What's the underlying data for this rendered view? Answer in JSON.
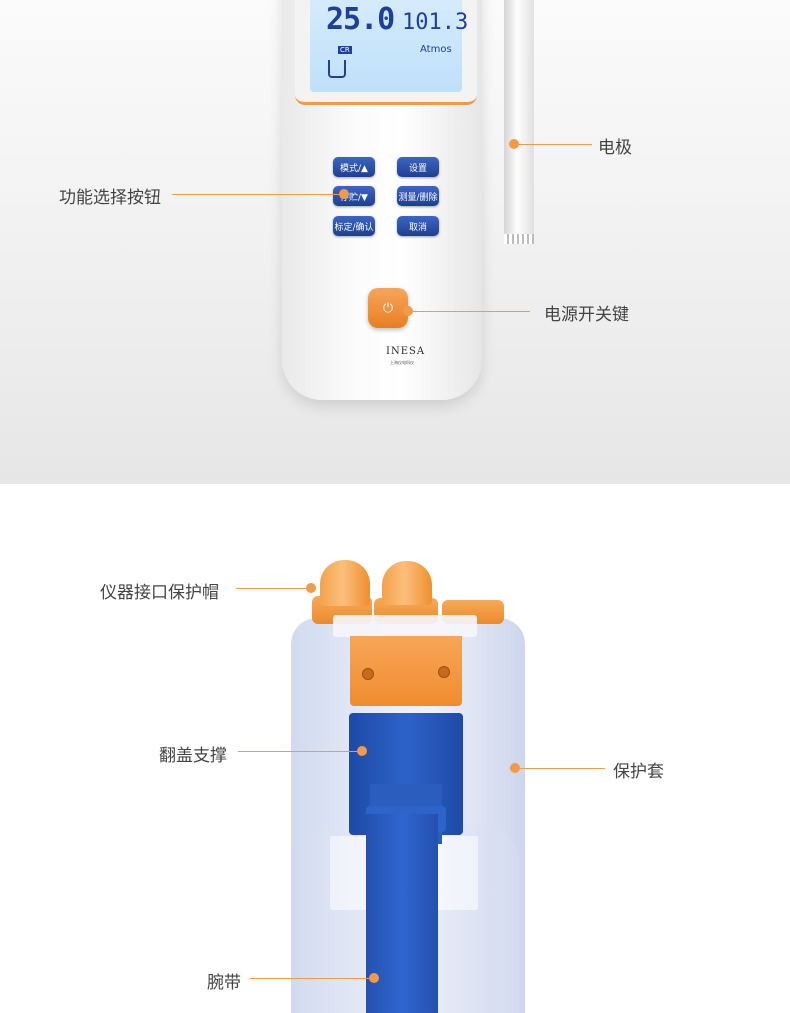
{
  "meter": {
    "display_main": "25.0",
    "display_secondary": "101.3",
    "display_unit": "Atmos",
    "display_mode": "CR",
    "buttons": [
      "模式/▲",
      "设置",
      "存贮/▼",
      "测量/删除",
      "标定/确认",
      "取消"
    ],
    "brand": "INESA",
    "brand_sub": "上海仪电科仪"
  },
  "labels": {
    "electrode": "电极",
    "function_buttons": "功能选择按钮",
    "power_switch": "电源开关键",
    "interface_cap": "仪器接口保护帽",
    "flip_stand": "翻盖支撑",
    "protective_case": "保护套",
    "wrist_strap": "腕带"
  },
  "colors": {
    "accent_orange": "#f29a45",
    "button_blue": "#2a55b8",
    "lcd_blue": "#1f3f9a"
  }
}
